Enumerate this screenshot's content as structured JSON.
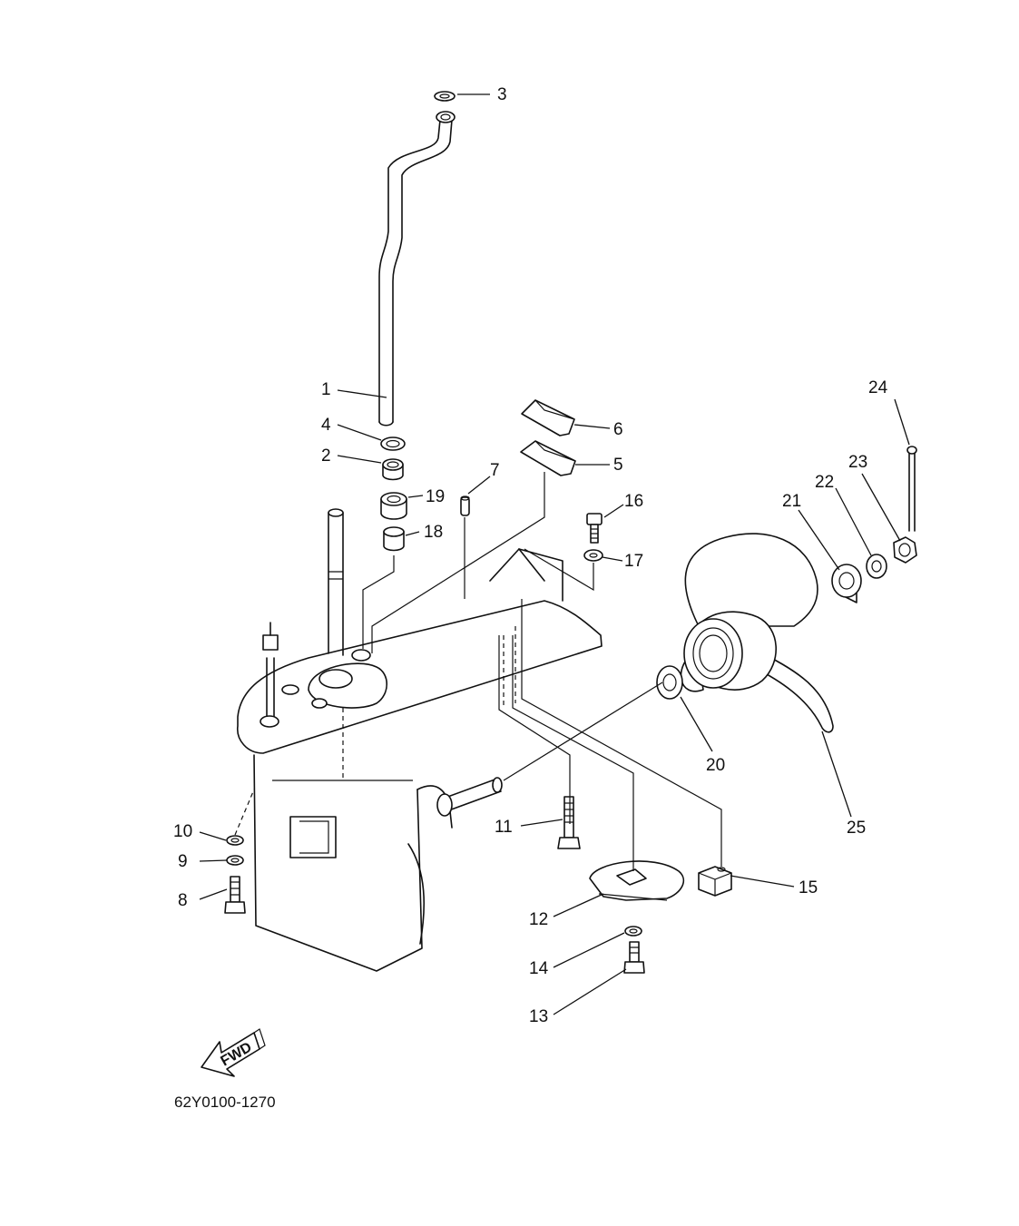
{
  "diagram": {
    "callouts": {
      "c1": "1",
      "c2": "2",
      "c3": "3",
      "c4": "4",
      "c5": "5",
      "c6": "6",
      "c7": "7",
      "c8": "8",
      "c9": "9",
      "c10": "10",
      "c11": "11",
      "c12": "12",
      "c13": "13",
      "c14": "14",
      "c15": "15",
      "c16": "16",
      "c17": "17",
      "c18": "18",
      "c19": "19",
      "c20": "20",
      "c21": "21",
      "c22": "22",
      "c23": "23",
      "c24": "24",
      "c25": "25"
    },
    "fwd_label": "FWD",
    "drawing_code": "62Y0100-1270"
  }
}
